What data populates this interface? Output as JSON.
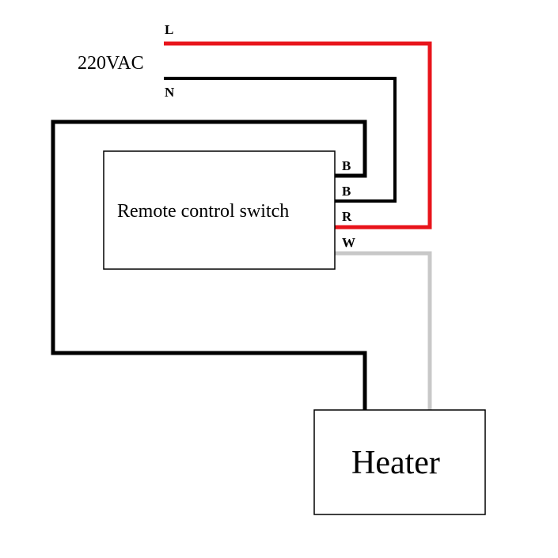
{
  "supply": {
    "voltage_label": "220VAC",
    "line_label": "L",
    "neutral_label": "N"
  },
  "switch_box": {
    "label": "Remote control switch",
    "terminals": [
      "B",
      "B",
      "R",
      "W"
    ]
  },
  "heater_box": {
    "label": "Heater"
  },
  "colors": {
    "line_wire": "#e8141b",
    "neutral_wire": "#000000",
    "loop_wire": "#000000",
    "output_wire": "#c8c8c8"
  }
}
